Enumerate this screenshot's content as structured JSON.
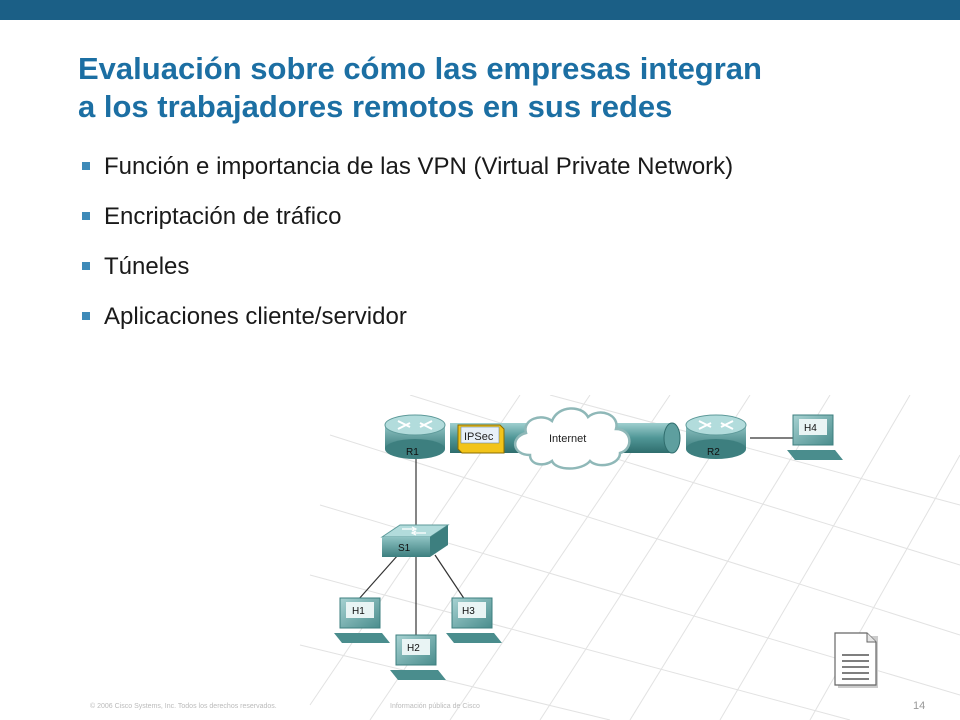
{
  "slide": {
    "title_line1": "Evaluación sobre cómo las empresas integran",
    "title_line2": "a los trabajadores remotos en sus redes",
    "bullets": [
      "Función e importancia de las VPN (Virtual Private Network)",
      "Encriptación de tráfico",
      "Túneles",
      "Aplicaciones cliente/servidor"
    ],
    "accent_color": "#1c6fa3",
    "bar_color": "#1b5f86"
  },
  "diagram": {
    "tunnel_label": "IPSec",
    "cloud_label": "Internet",
    "routers": [
      "R1",
      "R2"
    ],
    "switch": "S1",
    "hosts": [
      "H1",
      "H2",
      "H3",
      "H4"
    ]
  },
  "footer": {
    "copyright": "© 2006 Cisco Systems, Inc. Todos los derechos reservados.",
    "classification": "Información pública de Cisco",
    "page_number": "14"
  },
  "icons": {
    "document": "document-icon"
  }
}
